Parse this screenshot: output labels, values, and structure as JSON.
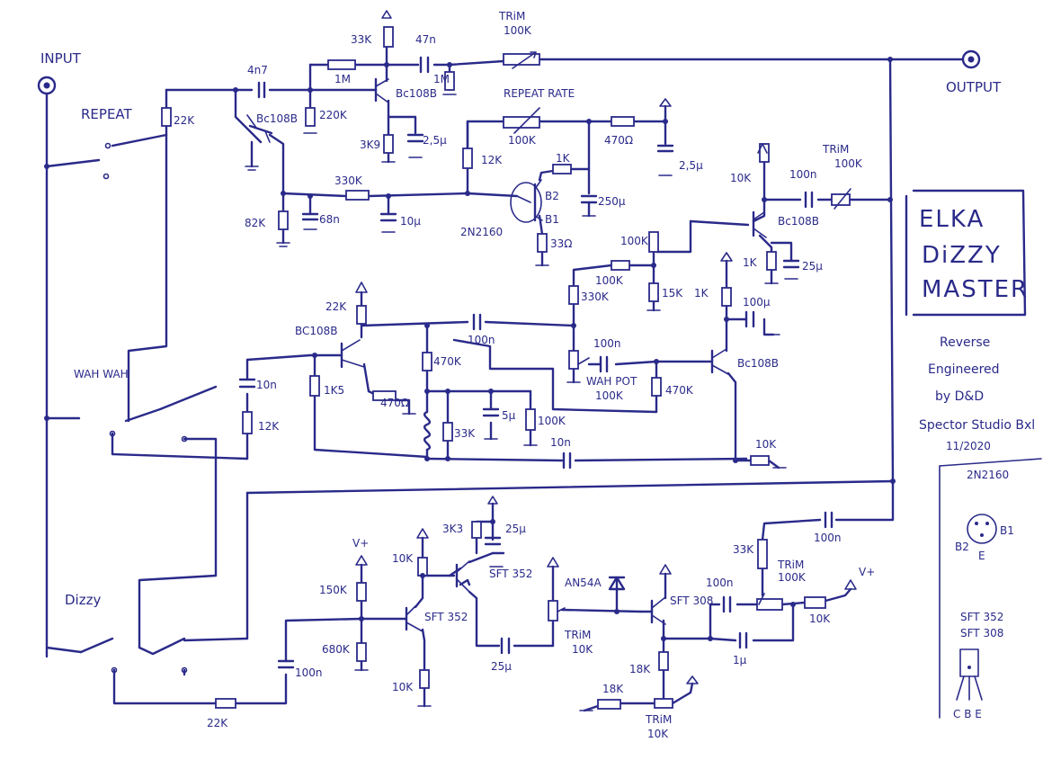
{
  "title": [
    "ELKA",
    "DiZZY",
    "MASTER"
  ],
  "credit": [
    "Reverse",
    "Engineered",
    "by D&D",
    "Spector Studio Bxl",
    "11/2020"
  ],
  "terminals": {
    "input": "INPUT",
    "output": "OUTPUT"
  },
  "switches": {
    "repeat": "REPEAT",
    "wahwah": "WAH WAH",
    "dizzy": "Dizzy"
  },
  "labels": {
    "r_in_22k": "22K",
    "c_4n7": "4n7",
    "t1": "Bc108B",
    "r_82k": "82K",
    "c_68n": "68n",
    "r_330k_a": "330K",
    "c_10u_a": "10µ",
    "r_1m_a": "1M",
    "r_220k": "220K",
    "r_33k_a": "33K",
    "t2": "Bc108B",
    "r_3k9": "3K9",
    "c_2u5_a": "2,5µ",
    "c_47n": "47n",
    "r_1m_b": "1M",
    "trim_top": "TRiM",
    "trim_top_val": "100K",
    "repeat_rate": "REPEAT RATE",
    "repeat_rate_val": "100K",
    "r_12k_a": "12K",
    "r_470": "470Ω",
    "c_2u5_b": "2,5µ",
    "ujt": "2N2160",
    "ujt_b2": "B2",
    "ujt_b1": "B1",
    "r_1k_a": "1K",
    "c_250u": "250µ",
    "r_33ohm": "33Ω",
    "r_10k_a": "10K",
    "c_100n_a": "100n",
    "trim2": "TRiM",
    "trim2_val": "100K",
    "t3": "Bc108B",
    "r_1k_b": "1K",
    "c_25u_a": "25µ",
    "r_100k_a": "100K",
    "r_100k_b": "100K",
    "r_330k_b": "330K",
    "r_15k": "15K",
    "r_1k_c": "1K",
    "c_100u": "100µ",
    "r_22k_b": "22K",
    "t4": "BC108B",
    "c_100n_b": "100n",
    "r_470k_a": "470K",
    "c_10n_a": "10n",
    "r_12k_b": "12K",
    "r_1k5": "1K5",
    "r_470ohm_b": "470Ω",
    "c_100n_c": "100n",
    "wah_pot": "WAH POT",
    "wah_pot_val": "100K",
    "r_470k_b": "470K",
    "t5": "Bc108B",
    "r_33k_b": "33K",
    "c_5u": "5µ",
    "r_100k_c": "100K",
    "c_10n_b": "10n",
    "r_10k_b": "10K",
    "c_100n_d": "100n",
    "r_33k_c": "33K",
    "trim3": "TRiM",
    "trim3_val": "100K",
    "vplus": "V+",
    "r_10k_c": "10K",
    "r_3k3": "3K3",
    "c_25u_b": "25µ",
    "t6": "SFT 352",
    "t7": "SFT 352",
    "r_10k_d": "10K",
    "r_150k": "150K",
    "r_680k": "680K",
    "r_10k_e": "10K",
    "c_100n_e": "100n",
    "c_25u_c": "25µ",
    "diode": "AN54A",
    "trim4": "TRiM",
    "trim4_val": "10K",
    "t8": "SFT 308",
    "c_100n_f": "100n",
    "c_1u": "1µ",
    "r_18k_a": "18K",
    "r_18k_b": "18K",
    "trim5": "TRiM",
    "trim5_val": "10K",
    "r_22k_c": "22K"
  },
  "pinout": {
    "ujt_title": "2N2160",
    "ujt_pins": [
      "B2",
      "B1",
      "E"
    ],
    "sft_title": [
      "SFT 352",
      "SFT 308"
    ],
    "sft_pins": "C B E"
  }
}
